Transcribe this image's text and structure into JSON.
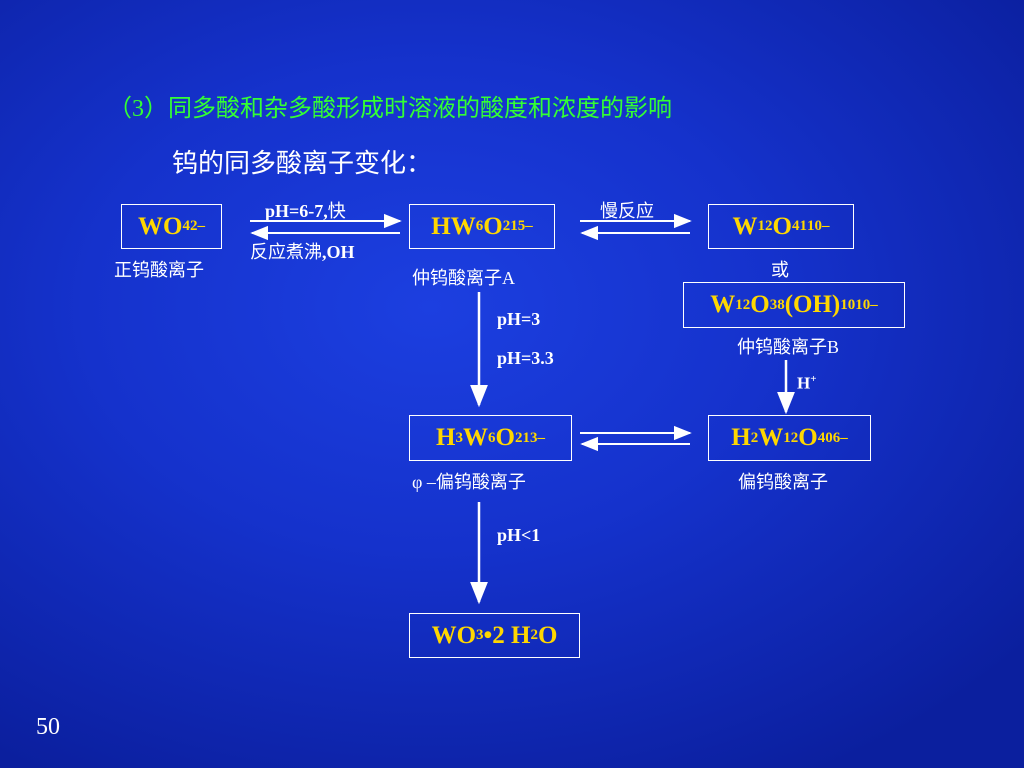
{
  "heading": "（3）同多酸和杂多酸形成时溶液的酸度和浓度的影响",
  "subheading": "钨的同多酸离子变化：",
  "species": {
    "wo4": {
      "main": "WO",
      "sub1": "4",
      "sup": "2–",
      "caption": "正钨酸离子"
    },
    "hw6o21": {
      "main1": "HW",
      "sub1": "6",
      "main2": "O",
      "sub2": "21",
      "sup": "5–",
      "caption": "仲钨酸离子A"
    },
    "w12o41": {
      "main1": "W",
      "sub1": "12",
      "main2": "O",
      "sub2": "41",
      "sup": "10–"
    },
    "or_text": "或",
    "w12o38oh10": {
      "main1": "W",
      "sub1": "12",
      "main2": "O",
      "sub2": "38",
      "main3": "(OH)",
      "sub3": "10",
      "sup": "10–",
      "caption": "仲钨酸离子B"
    },
    "h3w6o21": {
      "main1": "H",
      "sub1": "3",
      "main2": "W",
      "sub2": "6",
      "main3": "O",
      "sub3": "21",
      "sup": "3–",
      "caption": "φ –偏钨酸离子"
    },
    "h2w12o40": {
      "main1": "H",
      "sub1": "2",
      "main2": "W",
      "sub2": "12",
      "main3": "O",
      "sub3": "40",
      "sup": "6–",
      "caption": "偏钨酸离子"
    },
    "wo3_2h2o": {
      "main1": "WO",
      "sub1": "3",
      "main2": "•2 H",
      "sub2": "2",
      "main3": "O"
    }
  },
  "arrows": {
    "wo4_hw6o21_top_ph": "pH=6-7,",
    "wo4_hw6o21_top_cn": "快",
    "wo4_hw6o21_bottom_cn": "反应煮沸",
    "wo4_hw6o21_bottom_oh": ",OH",
    "hw6o21_w12o41_top": "慢反应",
    "hw6o21_h3w6o21_label1": "pH=3",
    "hw6o21_h3w6o21_label2": "pH=3.3",
    "w12o38_h2w12o40_label": "H",
    "w12o38_h2w12o40_sup": "+",
    "h3w6o21_wo3_label": "pH<1"
  },
  "page_number": "50",
  "colors": {
    "heading": "#33ff33",
    "formula": "#ffd700",
    "text": "#ffffff"
  }
}
